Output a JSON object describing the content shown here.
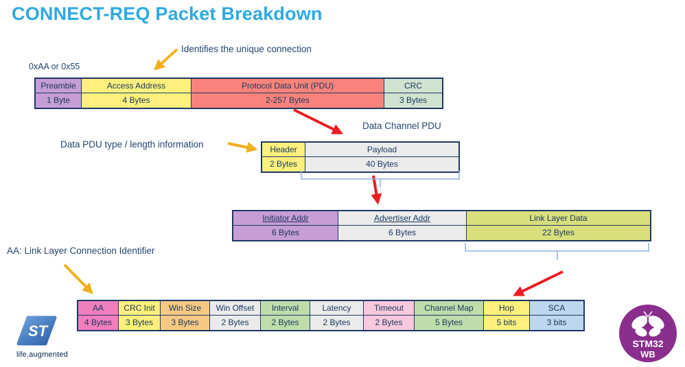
{
  "title": "CONNECT-REQ Packet Breakdown",
  "annotations": {
    "unique_connection": "Identifies the unique connection",
    "preamble_values": "0xAA or 0x55",
    "data_channel_pdu": "Data Channel PDU",
    "data_pdu_info": "Data PDU type / length information",
    "aa_identifier": "AA: Link Layer Connection Identifier"
  },
  "tables": {
    "packet": {
      "fields": [
        {
          "label": "Preamble",
          "size": "1 Byte"
        },
        {
          "label": "Access Address",
          "size": "4 Bytes"
        },
        {
          "label": "Protocol Data Unit (PDU)",
          "size": "2-257 Bytes"
        },
        {
          "label": "CRC",
          "size": "3 Bytes"
        }
      ]
    },
    "pdu": {
      "fields": [
        {
          "label": "Header",
          "size": "2 Bytes"
        },
        {
          "label": "Payload",
          "size": "40 Bytes"
        }
      ]
    },
    "payload": {
      "fields": [
        {
          "label": "Initiator Addr",
          "size": "6 Bytes"
        },
        {
          "label": "Advertiser Addr",
          "size": "6 Bytes"
        },
        {
          "label": "Link Layer Data",
          "size": "22 Bytes"
        }
      ]
    },
    "lldata": {
      "fields": [
        {
          "label": "AA",
          "size": "4 Bytes"
        },
        {
          "label": "CRC Init",
          "size": "3 Bytes"
        },
        {
          "label": "Win Size",
          "size": "3 Bytes"
        },
        {
          "label": "Win Offset",
          "size": "2 Bytes"
        },
        {
          "label": "Interval",
          "size": "2 Bytes"
        },
        {
          "label": "Latency",
          "size": "2 Bytes"
        },
        {
          "label": "Timeout",
          "size": "2 Bytes"
        },
        {
          "label": "Channel Map",
          "size": "5 Bytes"
        },
        {
          "label": "Hop",
          "size": "5 bits"
        },
        {
          "label": "SCA",
          "size": "3 bits"
        }
      ]
    }
  },
  "icons": {
    "annotation_arrow": "yellow-diagonal-arrow",
    "flow_arrow": "red-diagonal-arrow",
    "butterfly": "butterfly-glyph"
  },
  "logos": {
    "st_monogram": "ST",
    "st_tagline": "life.augmented",
    "stm32wb_line1": "STM32",
    "stm32wb_line2": "WB"
  },
  "colors": {
    "title": "#2EA9E0",
    "table_border": "#1F3864",
    "cell_text": "#17365D",
    "purple": "#C79DD6",
    "yellow": "#FDF07C",
    "salmon": "#F9837B",
    "pale_green": "#CFE3D0",
    "gray": "#EBEBEB",
    "yellow_green": "#D9DF7C",
    "pink": "#F07EBC",
    "orange": "#F6C983",
    "green": "#BFDDAB",
    "light_pink": "#F8C9DD",
    "light_blue": "#BDD7EE",
    "yellow_arrow": "#F2B01E",
    "red_arrow": "#EC1C24",
    "bracket": "#8FAFD9",
    "st_blue": "#3B6FB6",
    "stm32wb_purple": "#8A2E8E"
  }
}
